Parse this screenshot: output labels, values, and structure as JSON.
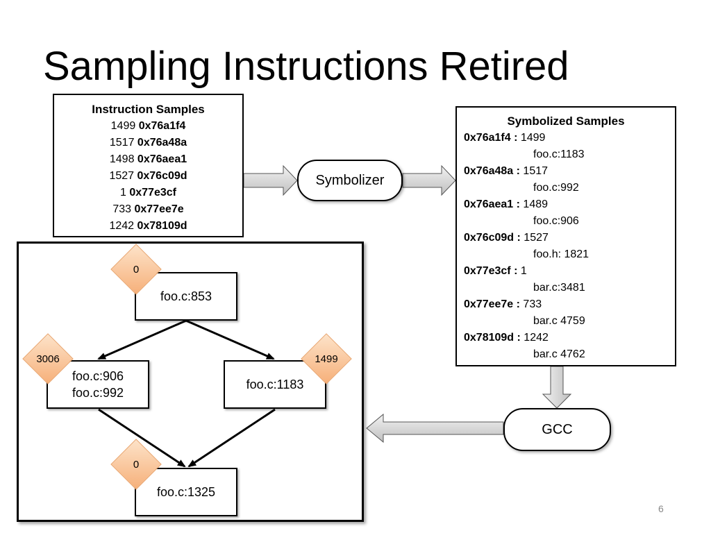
{
  "title": "Sampling Instructions Retired",
  "instruction_samples": {
    "header": "Instruction Samples",
    "rows": [
      {
        "count": "1499",
        "addr": "0x76a1f4"
      },
      {
        "count": "1517",
        "addr": "0x76a48a"
      },
      {
        "count": "1498",
        "addr": "0x76aea1"
      },
      {
        "count": "1527",
        "addr": "0x76c09d"
      },
      {
        "count": "1",
        "addr": "0x77e3cf"
      },
      {
        "count": "733",
        "addr": "0x77ee7e"
      },
      {
        "count": "1242",
        "addr": "0x78109d"
      }
    ]
  },
  "symbolizer_label": "Symbolizer",
  "symbolized_samples": {
    "header": "Symbolized Samples",
    "rows": [
      {
        "addr": "0x76a1f4 :",
        "count": "1499",
        "loc": "foo.c:1183"
      },
      {
        "addr": "0x76a48a :",
        "count": "1517",
        "loc": "foo.c:992"
      },
      {
        "addr": "0x76aea1 :",
        "count": "1489",
        "loc": "foo.c:906"
      },
      {
        "addr": "0x76c09d :",
        "count": "1527",
        "loc": "foo.h: 1821"
      },
      {
        "addr": "0x77e3cf :",
        "count": "1",
        "loc": "bar.c:3481"
      },
      {
        "addr": "0x77ee7e :",
        "count": "733",
        "loc": "bar.c 4759"
      },
      {
        "addr": "0x78109d :",
        "count": "1242",
        "loc": "bar.c 4762"
      }
    ]
  },
  "gcc_label": "GCC",
  "cfg": {
    "nodes": {
      "n853": {
        "lines": [
          "foo.c:853"
        ],
        "weight": "0"
      },
      "n906": {
        "lines": [
          "foo.c:906",
          "foo.c:992"
        ],
        "weight": "3006"
      },
      "n1183": {
        "lines": [
          "foo.c:1183"
        ],
        "weight": "1499"
      },
      "n1325": {
        "lines": [
          "foo.c:1325"
        ],
        "weight": "0"
      }
    }
  },
  "colors": {
    "diamond_fill": "#f6b07a",
    "arrow_fill": "#d9d9d9"
  },
  "page_number": "6"
}
